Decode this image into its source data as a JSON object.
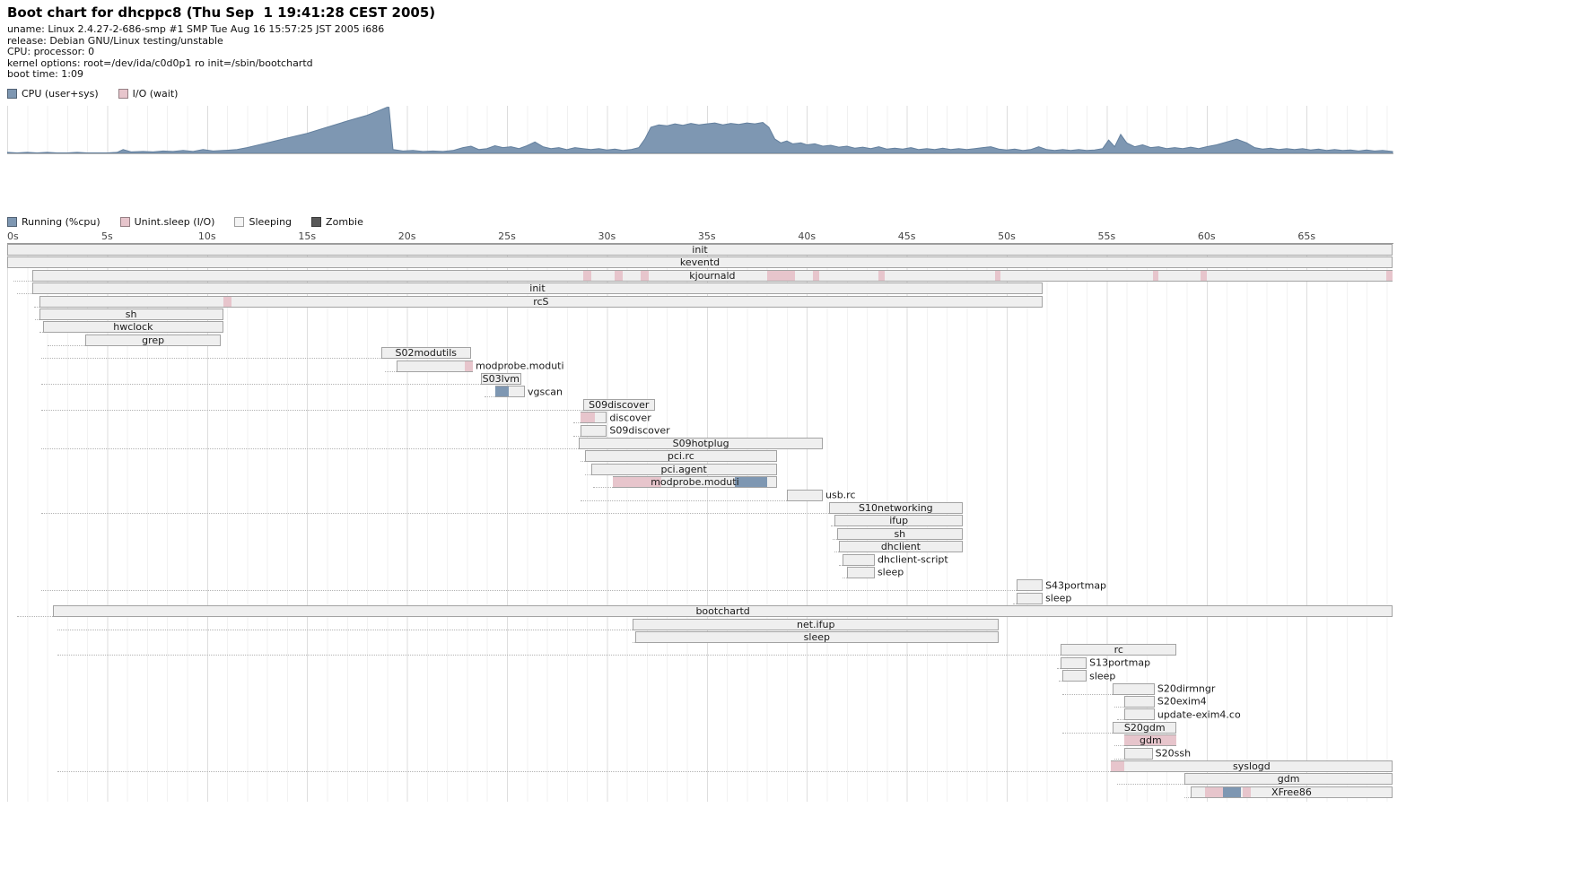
{
  "header": {
    "title": "Boot chart for dhcppc8 (Thu Sep  1 19:41:28 CEST 2005)",
    "info_lines": [
      "uname: Linux 2.4.27-2-686-smp #1 SMP Tue Aug 16 15:57:25 JST 2005 i686",
      "release: Debian GNU/Linux testing/unstable",
      "CPU: processor: 0",
      "kernel options: root=/dev/ida/c0d0p1 ro init=/sbin/bootchartd",
      "boot time: 1:09"
    ]
  },
  "colors": {
    "cpu": "#7e97b2",
    "cpu_stroke": "#64809e",
    "io": "#e7c5cc",
    "sleep": "#f4f4f4",
    "zombie": "#595959"
  },
  "chart_data": [
    {
      "type": "area",
      "name": "cpu_utilization",
      "legend": [
        {
          "label": "CPU (user+sys)",
          "swatch": "cpu"
        },
        {
          "label": "I/O (wait)",
          "swatch": "io"
        }
      ],
      "x_unit": "seconds",
      "x_range_s": [
        0,
        69.3
      ],
      "ylim": [
        0,
        100
      ],
      "points": [
        [
          0,
          2
        ],
        [
          0.5,
          1
        ],
        [
          1,
          2
        ],
        [
          1.5,
          1
        ],
        [
          2,
          2
        ],
        [
          2.5,
          1
        ],
        [
          3,
          1
        ],
        [
          3.5,
          2
        ],
        [
          4,
          1
        ],
        [
          4.5,
          1
        ],
        [
          5,
          1
        ],
        [
          5.5,
          2
        ],
        [
          5.8,
          8
        ],
        [
          6.2,
          3
        ],
        [
          6.8,
          4
        ],
        [
          7.3,
          3
        ],
        [
          7.8,
          5
        ],
        [
          8.3,
          4
        ],
        [
          8.8,
          6
        ],
        [
          9.3,
          4
        ],
        [
          9.8,
          8
        ],
        [
          10.3,
          5
        ],
        [
          10.8,
          6
        ],
        [
          11.2,
          7
        ],
        [
          11.5,
          8
        ],
        [
          12,
          12
        ],
        [
          13,
          22
        ],
        [
          14,
          32
        ],
        [
          15,
          42
        ],
        [
          16,
          55
        ],
        [
          17,
          68
        ],
        [
          18,
          80
        ],
        [
          18.6,
          90
        ],
        [
          19,
          97
        ],
        [
          19.1,
          97
        ],
        [
          19.3,
          8
        ],
        [
          19.8,
          5
        ],
        [
          20.3,
          6
        ],
        [
          20.8,
          4
        ],
        [
          21.3,
          5
        ],
        [
          21.8,
          4
        ],
        [
          22.3,
          6
        ],
        [
          22.8,
          12
        ],
        [
          23.2,
          15
        ],
        [
          23.6,
          8
        ],
        [
          24,
          10
        ],
        [
          24.4,
          16
        ],
        [
          24.8,
          12
        ],
        [
          25.2,
          14
        ],
        [
          25.6,
          10
        ],
        [
          26,
          16
        ],
        [
          26.4,
          24
        ],
        [
          26.8,
          14
        ],
        [
          27.2,
          10
        ],
        [
          27.6,
          12
        ],
        [
          28,
          8
        ],
        [
          28.4,
          12
        ],
        [
          28.8,
          10
        ],
        [
          29.2,
          8
        ],
        [
          29.6,
          10
        ],
        [
          30,
          7
        ],
        [
          30.4,
          9
        ],
        [
          30.8,
          6
        ],
        [
          31.2,
          8
        ],
        [
          31.6,
          12
        ],
        [
          31.9,
          30
        ],
        [
          32.2,
          55
        ],
        [
          32.6,
          60
        ],
        [
          33,
          58
        ],
        [
          33.4,
          62
        ],
        [
          33.8,
          59
        ],
        [
          34.2,
          63
        ],
        [
          34.6,
          60
        ],
        [
          35,
          62
        ],
        [
          35.4,
          64
        ],
        [
          35.8,
          60
        ],
        [
          36.2,
          63
        ],
        [
          36.6,
          61
        ],
        [
          37,
          64
        ],
        [
          37.4,
          62
        ],
        [
          37.8,
          65
        ],
        [
          38.1,
          55
        ],
        [
          38.4,
          30
        ],
        [
          38.7,
          22
        ],
        [
          39,
          26
        ],
        [
          39.3,
          20
        ],
        [
          39.7,
          22
        ],
        [
          40,
          18
        ],
        [
          40.4,
          20
        ],
        [
          40.8,
          15
        ],
        [
          41.2,
          17
        ],
        [
          41.6,
          13
        ],
        [
          42,
          15
        ],
        [
          42.4,
          11
        ],
        [
          42.8,
          13
        ],
        [
          43.2,
          10
        ],
        [
          43.6,
          14
        ],
        [
          44,
          9
        ],
        [
          44.4,
          11
        ],
        [
          44.8,
          9
        ],
        [
          45.2,
          12
        ],
        [
          45.6,
          8
        ],
        [
          46,
          10
        ],
        [
          46.4,
          8
        ],
        [
          46.8,
          11
        ],
        [
          47.2,
          8
        ],
        [
          47.6,
          10
        ],
        [
          48,
          8
        ],
        [
          48.4,
          10
        ],
        [
          48.8,
          12
        ],
        [
          49.2,
          14
        ],
        [
          49.6,
          9
        ],
        [
          50,
          7
        ],
        [
          50.4,
          9
        ],
        [
          50.8,
          6
        ],
        [
          51.2,
          8
        ],
        [
          51.6,
          14
        ],
        [
          52,
          8
        ],
        [
          52.4,
          6
        ],
        [
          52.8,
          8
        ],
        [
          53.2,
          6
        ],
        [
          53.6,
          8
        ],
        [
          54,
          6
        ],
        [
          54.4,
          7
        ],
        [
          54.8,
          10
        ],
        [
          55.1,
          28
        ],
        [
          55.4,
          14
        ],
        [
          55.7,
          40
        ],
        [
          56,
          22
        ],
        [
          56.4,
          14
        ],
        [
          56.8,
          18
        ],
        [
          57.2,
          12
        ],
        [
          57.6,
          14
        ],
        [
          58,
          10
        ],
        [
          58.4,
          12
        ],
        [
          58.8,
          10
        ],
        [
          59.2,
          13
        ],
        [
          59.6,
          10
        ],
        [
          60,
          14
        ],
        [
          60.5,
          18
        ],
        [
          61,
          24
        ],
        [
          61.5,
          30
        ],
        [
          62,
          22
        ],
        [
          62.4,
          12
        ],
        [
          62.8,
          9
        ],
        [
          63.2,
          11
        ],
        [
          63.6,
          8
        ],
        [
          64,
          10
        ],
        [
          64.4,
          8
        ],
        [
          64.8,
          10
        ],
        [
          65.2,
          7
        ],
        [
          65.6,
          9
        ],
        [
          66,
          6
        ],
        [
          66.4,
          8
        ],
        [
          66.8,
          6
        ],
        [
          67.2,
          7
        ],
        [
          67.6,
          5
        ],
        [
          68,
          7
        ],
        [
          68.4,
          5
        ],
        [
          68.8,
          6
        ],
        [
          69.3,
          4
        ]
      ]
    },
    {
      "type": "gantt",
      "name": "process_timeline",
      "legend": [
        {
          "label": "Running (%cpu)",
          "swatch": "cpu"
        },
        {
          "label": "Unint.sleep (I/O)",
          "swatch": "io"
        },
        {
          "label": "Sleeping",
          "swatch": "sleep"
        },
        {
          "label": "Zombie",
          "swatch": "zombie"
        }
      ],
      "duration_s": 69.3,
      "ticks": [
        {
          "label": "0s",
          "t": 0
        },
        {
          "label": "5s",
          "t": 5
        },
        {
          "label": "10s",
          "t": 10
        },
        {
          "label": "15s",
          "t": 15
        },
        {
          "label": "20s",
          "t": 20
        },
        {
          "label": "25s",
          "t": 25
        },
        {
          "label": "30s",
          "t": 30
        },
        {
          "label": "35s",
          "t": 35
        },
        {
          "label": "40s",
          "t": 40
        },
        {
          "label": "45s",
          "t": 45
        },
        {
          "label": "50s",
          "t": 50
        },
        {
          "label": "55s",
          "t": 55
        },
        {
          "label": "60s",
          "t": 60
        },
        {
          "label": "65s",
          "t": 65
        }
      ],
      "processes": [
        {
          "label": "init",
          "start": 0,
          "end": 69.3,
          "label_pos": "inside",
          "guide": null,
          "segments": []
        },
        {
          "label": "keventd",
          "start": 0,
          "end": 69.3,
          "label_pos": "inside",
          "guide": null,
          "segments": []
        },
        {
          "label": "kjournald",
          "start": 1.25,
          "end": 69.3,
          "label_pos": "inside",
          "guide": 0.3,
          "segments": [
            [
              28.8,
              29.2,
              "io"
            ],
            [
              30.4,
              30.8,
              "io"
            ],
            [
              31.7,
              32.1,
              "io"
            ],
            [
              38.0,
              39.4,
              "io"
            ],
            [
              40.3,
              40.6,
              "io"
            ],
            [
              43.6,
              43.9,
              "io"
            ],
            [
              49.4,
              49.7,
              "io"
            ],
            [
              57.3,
              57.6,
              "io"
            ],
            [
              59.7,
              60.0,
              "io"
            ],
            [
              69.0,
              69.3,
              "io"
            ]
          ]
        },
        {
          "label": "init",
          "start": 1.25,
          "end": 51.8,
          "label_pos": "inside",
          "guide": 0.5,
          "segments": []
        },
        {
          "label": "rcS",
          "start": 1.6,
          "end": 51.8,
          "label_pos": "inside",
          "guide": 1.35,
          "segments": [
            [
              10.8,
              11.2,
              "io"
            ]
          ]
        },
        {
          "label": "sh",
          "start": 1.6,
          "end": 10.8,
          "label_pos": "inside",
          "guide": 1.4,
          "segments": []
        },
        {
          "label": "hwclock",
          "start": 1.8,
          "end": 10.8,
          "label_pos": "inside",
          "guide": 1.6,
          "segments": []
        },
        {
          "label": "grep",
          "start": 3.9,
          "end": 10.7,
          "label_pos": "inside",
          "guide": 2.0,
          "segments": []
        },
        {
          "label": "S02modutils",
          "start": 18.7,
          "end": 23.2,
          "label_pos": "inside",
          "guide": 1.7,
          "segments": []
        },
        {
          "label": "modprobe.moduti",
          "start": 19.5,
          "end": 23.3,
          "label_pos": "right",
          "guide": 18.9,
          "segments": [
            [
              22.9,
              23.3,
              "io"
            ]
          ]
        },
        {
          "label": "S03lvm",
          "start": 23.7,
          "end": 25.7,
          "label_pos": "inside",
          "guide": 1.7,
          "segments": []
        },
        {
          "label": "vgscan",
          "start": 24.4,
          "end": 25.9,
          "label_pos": "right",
          "guide": 23.9,
          "segments": [
            [
              24.4,
              25.1,
              "run"
            ]
          ]
        },
        {
          "label": "S09discover",
          "start": 28.8,
          "end": 32.4,
          "label_pos": "inside",
          "guide": 1.7,
          "segments": []
        },
        {
          "label": "discover",
          "start": 28.7,
          "end": 30.0,
          "label_pos": "right",
          "guide": 28.3,
          "segments": [
            [
              28.7,
              29.4,
              "io"
            ]
          ]
        },
        {
          "label": "S09discover",
          "start": 28.7,
          "end": 30.0,
          "label_pos": "right",
          "guide": 28.3,
          "segments": []
        },
        {
          "label": "S09hotplug",
          "start": 28.6,
          "end": 40.8,
          "label_pos": "inside",
          "guide": 1.7,
          "segments": []
        },
        {
          "label": "pci.rc",
          "start": 28.9,
          "end": 38.5,
          "label_pos": "inside",
          "guide": 28.7,
          "segments": []
        },
        {
          "label": "pci.agent",
          "start": 29.2,
          "end": 38.5,
          "label_pos": "inside",
          "guide": 28.9,
          "segments": []
        },
        {
          "label": "modprobe.moduti",
          "start": 30.3,
          "end": 38.5,
          "label_pos": "inside",
          "guide": 29.3,
          "segments": [
            [
              30.3,
              32.7,
              "io"
            ],
            [
              36.4,
              38.0,
              "run"
            ]
          ]
        },
        {
          "label": "usb.rc",
          "start": 39.0,
          "end": 40.8,
          "label_pos": "right",
          "guide": 28.7,
          "segments": []
        },
        {
          "label": "S10networking",
          "start": 41.1,
          "end": 47.8,
          "label_pos": "inside",
          "guide": 1.7,
          "segments": []
        },
        {
          "label": "ifup",
          "start": 41.4,
          "end": 47.8,
          "label_pos": "inside",
          "guide": 41.2,
          "segments": []
        },
        {
          "label": "sh",
          "start": 41.5,
          "end": 47.8,
          "label_pos": "inside",
          "guide": 41.3,
          "segments": []
        },
        {
          "label": "dhclient",
          "start": 41.6,
          "end": 47.8,
          "label_pos": "inside",
          "guide": 41.4,
          "segments": []
        },
        {
          "label": "dhclient-script",
          "start": 41.8,
          "end": 43.4,
          "label_pos": "right",
          "guide": 41.6,
          "segments": []
        },
        {
          "label": "sleep",
          "start": 42.0,
          "end": 43.4,
          "label_pos": "right",
          "guide": 41.8,
          "segments": []
        },
        {
          "label": "S43portmap",
          "start": 50.5,
          "end": 51.8,
          "label_pos": "right",
          "guide": 1.7,
          "segments": []
        },
        {
          "label": "sleep",
          "start": 50.5,
          "end": 51.8,
          "label_pos": "right",
          "guide": 50.3,
          "segments": []
        },
        {
          "label": "bootchartd",
          "start": 2.3,
          "end": 69.3,
          "label_pos": "inside",
          "guide": 0.5,
          "segments": []
        },
        {
          "label": "net.ifup",
          "start": 31.3,
          "end": 49.6,
          "label_pos": "inside",
          "guide": 2.5,
          "segments": []
        },
        {
          "label": "sleep",
          "start": 31.4,
          "end": 49.6,
          "label_pos": "inside",
          "guide": 31.3,
          "segments": []
        },
        {
          "label": "rc",
          "start": 52.7,
          "end": 58.5,
          "label_pos": "inside",
          "guide": 2.5,
          "segments": []
        },
        {
          "label": "S13portmap",
          "start": 52.7,
          "end": 54.0,
          "label_pos": "right",
          "guide": 52.5,
          "segments": []
        },
        {
          "label": "sleep",
          "start": 52.8,
          "end": 54.0,
          "label_pos": "right",
          "guide": 52.6,
          "segments": []
        },
        {
          "label": "S20dirmngr",
          "start": 55.3,
          "end": 57.4,
          "label_pos": "right",
          "guide": 52.8,
          "segments": []
        },
        {
          "label": "S20exim4",
          "start": 55.9,
          "end": 57.4,
          "label_pos": "right",
          "guide": 55.4,
          "segments": []
        },
        {
          "label": "update-exim4.co",
          "start": 55.9,
          "end": 57.4,
          "label_pos": "right",
          "guide": 55.5,
          "segments": []
        },
        {
          "label": "S20gdm",
          "start": 55.3,
          "end": 58.5,
          "label_pos": "inside",
          "guide": 52.8,
          "segments": []
        },
        {
          "label": "gdm",
          "start": 55.9,
          "end": 58.5,
          "label_pos": "inside",
          "guide": 55.4,
          "segments": [
            [
              55.9,
              58.5,
              "io"
            ]
          ]
        },
        {
          "label": "S20ssh",
          "start": 55.9,
          "end": 57.3,
          "label_pos": "right",
          "guide": 55.4,
          "segments": []
        },
        {
          "label": "syslogd",
          "start": 55.2,
          "end": 69.3,
          "label_pos": "inside",
          "guide": 2.5,
          "segments": [
            [
              55.2,
              55.9,
              "io"
            ]
          ]
        },
        {
          "label": "gdm",
          "start": 58.9,
          "end": 69.3,
          "label_pos": "inside",
          "guide": 55.5,
          "segments": []
        },
        {
          "label": "XFree86",
          "start": 59.2,
          "end": 69.3,
          "label_pos": "inside",
          "guide": 58.9,
          "segments": [
            [
              59.9,
              60.8,
              "io"
            ],
            [
              60.8,
              61.7,
              "run"
            ],
            [
              61.8,
              62.2,
              "io"
            ]
          ]
        }
      ]
    }
  ]
}
